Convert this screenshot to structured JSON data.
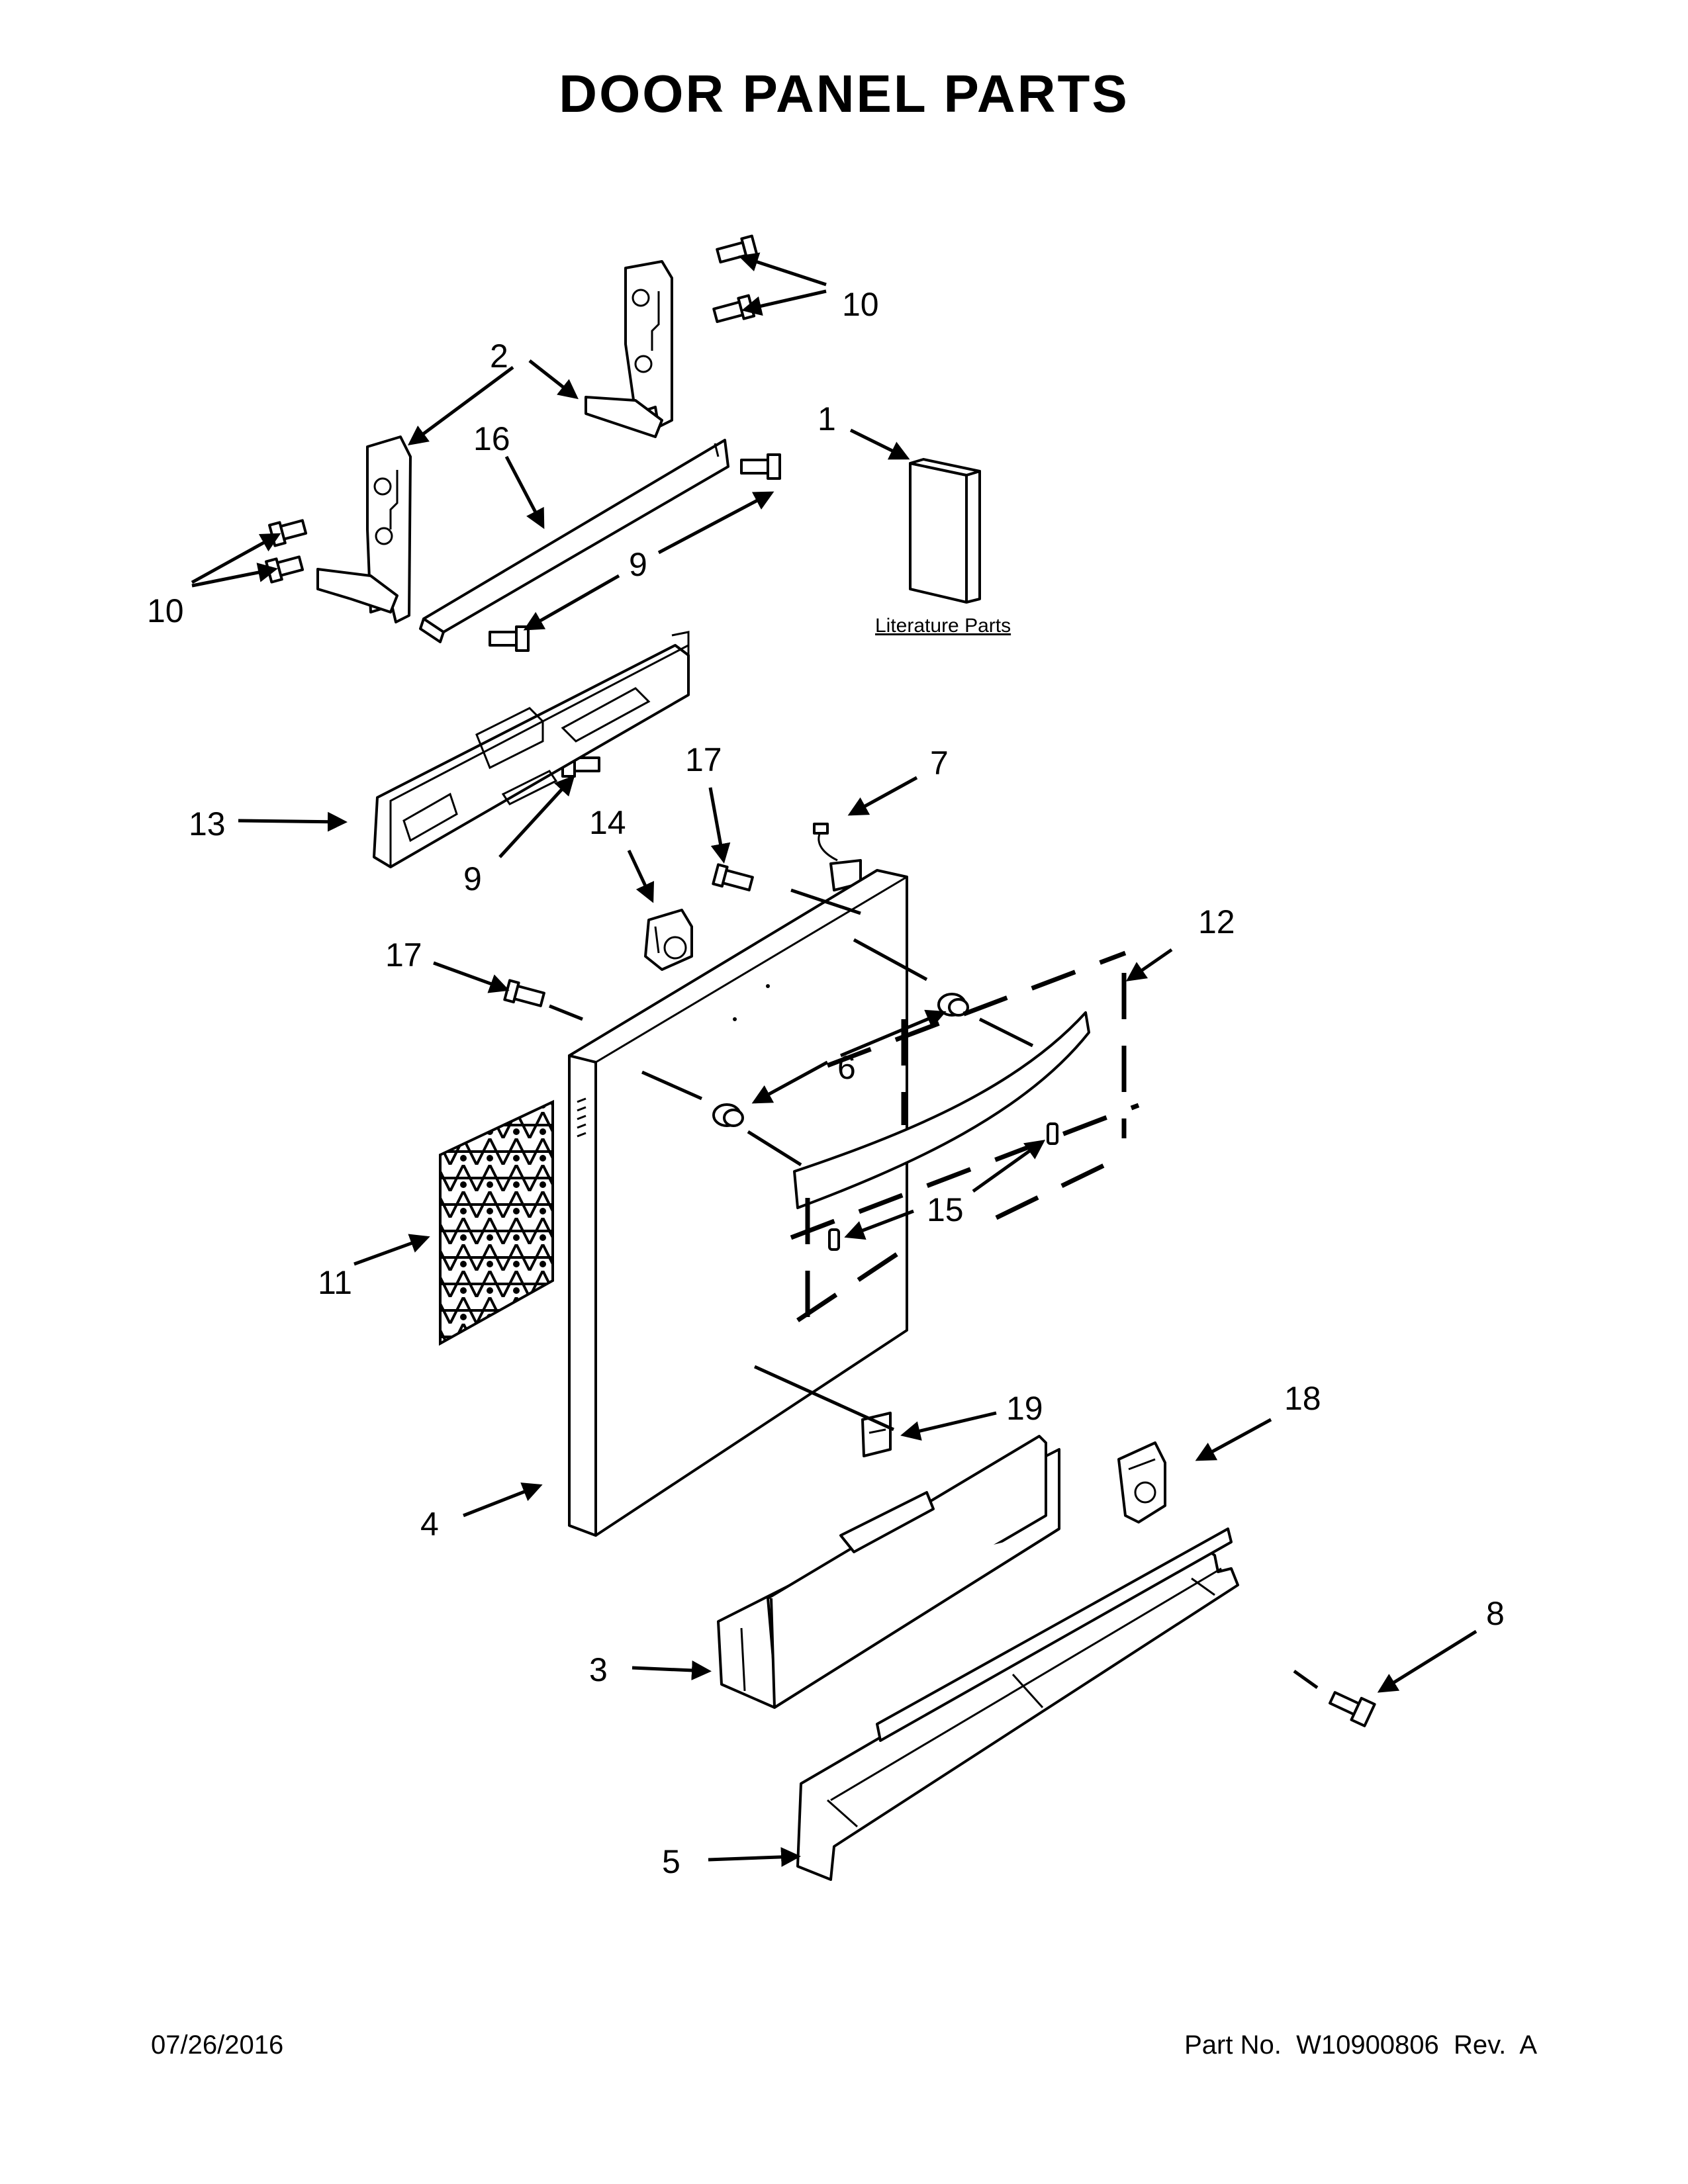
{
  "title": "DOOR PANEL PARTS",
  "literature_label": "Literature Parts",
  "footer": {
    "date": "07/26/2016",
    "part_number": "Part No.  W10900806  Rev.  A"
  },
  "callouts": {
    "c1": "1",
    "c2": "2",
    "c3": "3",
    "c4": "4",
    "c5": "5",
    "c6": "6",
    "c7": "7",
    "c8": "8",
    "c9a": "9",
    "c9b": "9",
    "c10a": "10",
    "c10b": "10",
    "c11": "11",
    "c12": "12",
    "c13": "13",
    "c14": "14",
    "c15": "15",
    "c16": "16",
    "c17a": "17",
    "c17b": "17",
    "c18": "18",
    "c19": "19"
  }
}
